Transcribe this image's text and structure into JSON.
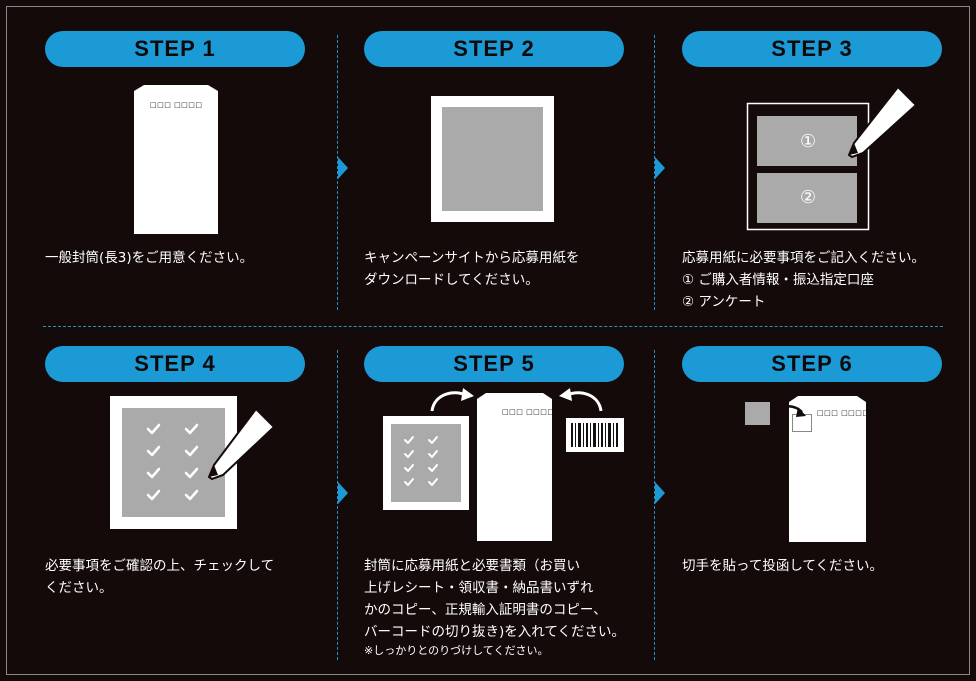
{
  "steps": [
    {
      "label": "STEP 1",
      "text": [
        "一般封筒(長3)をご用意ください。"
      ]
    },
    {
      "label": "STEP 2",
      "text": [
        "キャンペーンサイトから応募用紙を",
        "ダウンロードしてください。"
      ]
    },
    {
      "label": "STEP 3",
      "text": [
        "応募用紙に必要事項をご記入ください。",
        "① ご購入者情報・振込指定口座",
        "② アンケート"
      ]
    },
    {
      "label": "STEP 4",
      "text": [
        "必要事項をご確認の上、チェックして",
        "ください。"
      ]
    },
    {
      "label": "STEP 5",
      "text": [
        "封筒に応募用紙と必要書類（お買い",
        "上げレシート・領収書・納品書いずれ",
        "かのコピー、正規輸入証明書のコピー、",
        "バーコードの切り抜き)を入れてください。"
      ],
      "note": "※しっかりとのりづけしてください。"
    },
    {
      "label": "STEP 6",
      "text": [
        "切手を貼って投函してください。"
      ]
    }
  ],
  "envelope_label": "□□□ □□□□",
  "form_markers": [
    "①",
    "②"
  ],
  "colors": {
    "accent": "#1c9ad6",
    "background": "#140a0a",
    "gray": "#aaaaaa"
  }
}
